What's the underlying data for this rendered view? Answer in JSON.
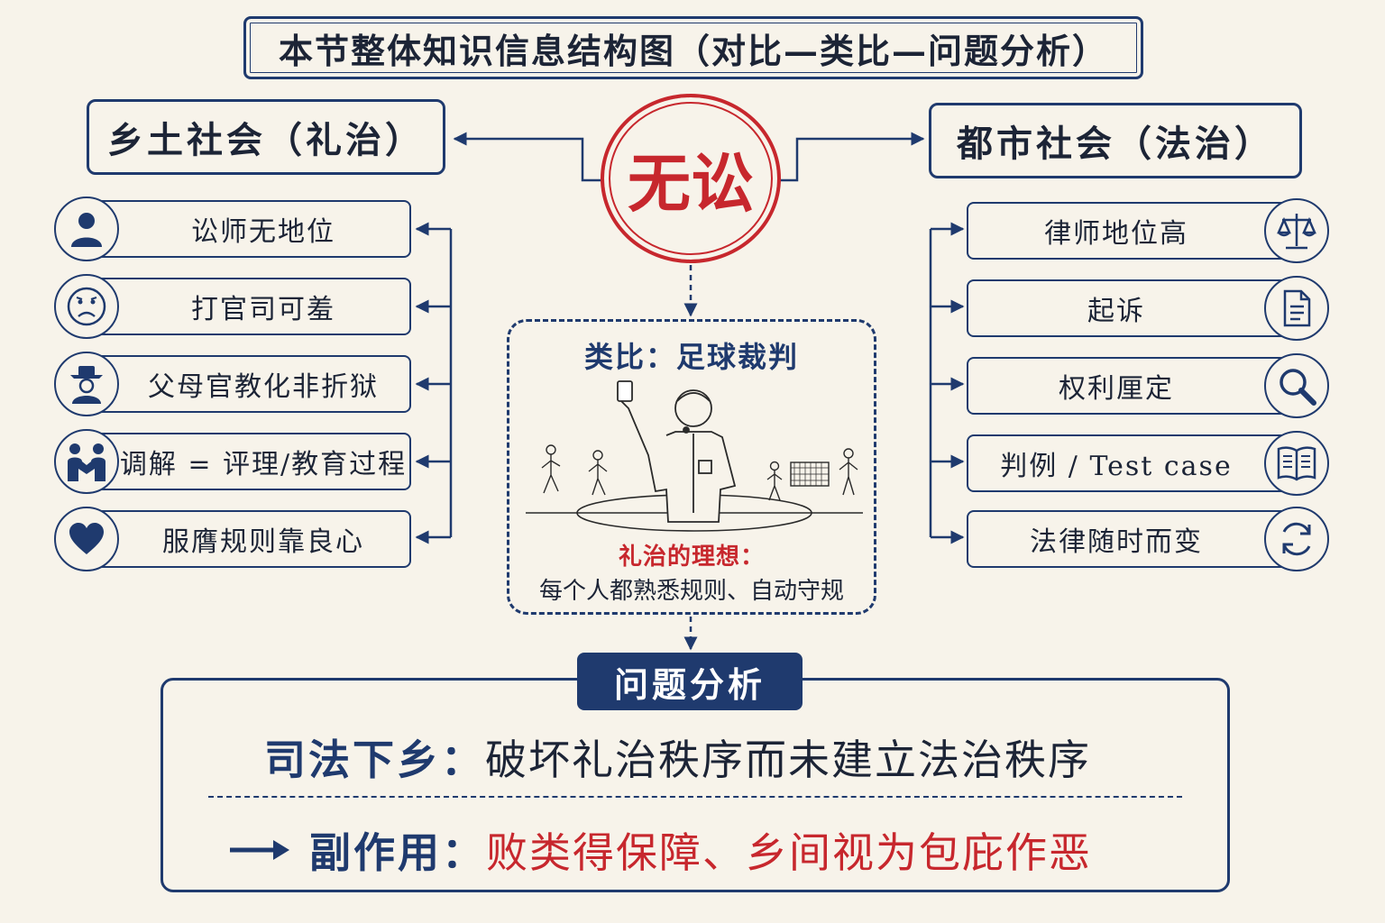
{
  "title": "本节整体知识信息结构图（对比—类比—问题分析）",
  "center": {
    "label": "无讼"
  },
  "rural": {
    "header": "乡土社会（礼治）",
    "items": [
      {
        "label": "讼师无地位",
        "icon": "person-icon"
      },
      {
        "label": "打官司可羞",
        "icon": "sad-face-icon"
      },
      {
        "label": "父母官教化非折狱",
        "icon": "official-hat-icon"
      },
      {
        "label": "调解 = 评理/教育过程",
        "icon": "handshake-icon"
      },
      {
        "label": "服膺规则靠良心",
        "icon": "heart-icon"
      }
    ]
  },
  "urban": {
    "header": "都市社会（法治）",
    "items": [
      {
        "label": "律师地位高",
        "icon": "scales-icon"
      },
      {
        "label": "起诉",
        "icon": "document-icon"
      },
      {
        "label": "权利厘定",
        "icon": "magnifier-icon"
      },
      {
        "label": "判例 / Test case",
        "icon": "open-book-icon"
      },
      {
        "label": "法律随时而变",
        "icon": "refresh-icon"
      }
    ]
  },
  "analogy": {
    "title": "类比：足球裁判",
    "ideal": "礼治的理想：",
    "description": "每个人都熟悉规则、自动守规"
  },
  "analysis": {
    "label": "问题分析",
    "row1": {
      "key": "司法下乡：",
      "value": "破坏礼治秩序而未建立法治秩序"
    },
    "row2": {
      "key": "副作用：",
      "value": "败类得保障、乡间视为包庇作恶"
    }
  },
  "colors": {
    "navy": "#1f3a6e",
    "red": "#c7272d",
    "paper": "#f7f3ea"
  }
}
